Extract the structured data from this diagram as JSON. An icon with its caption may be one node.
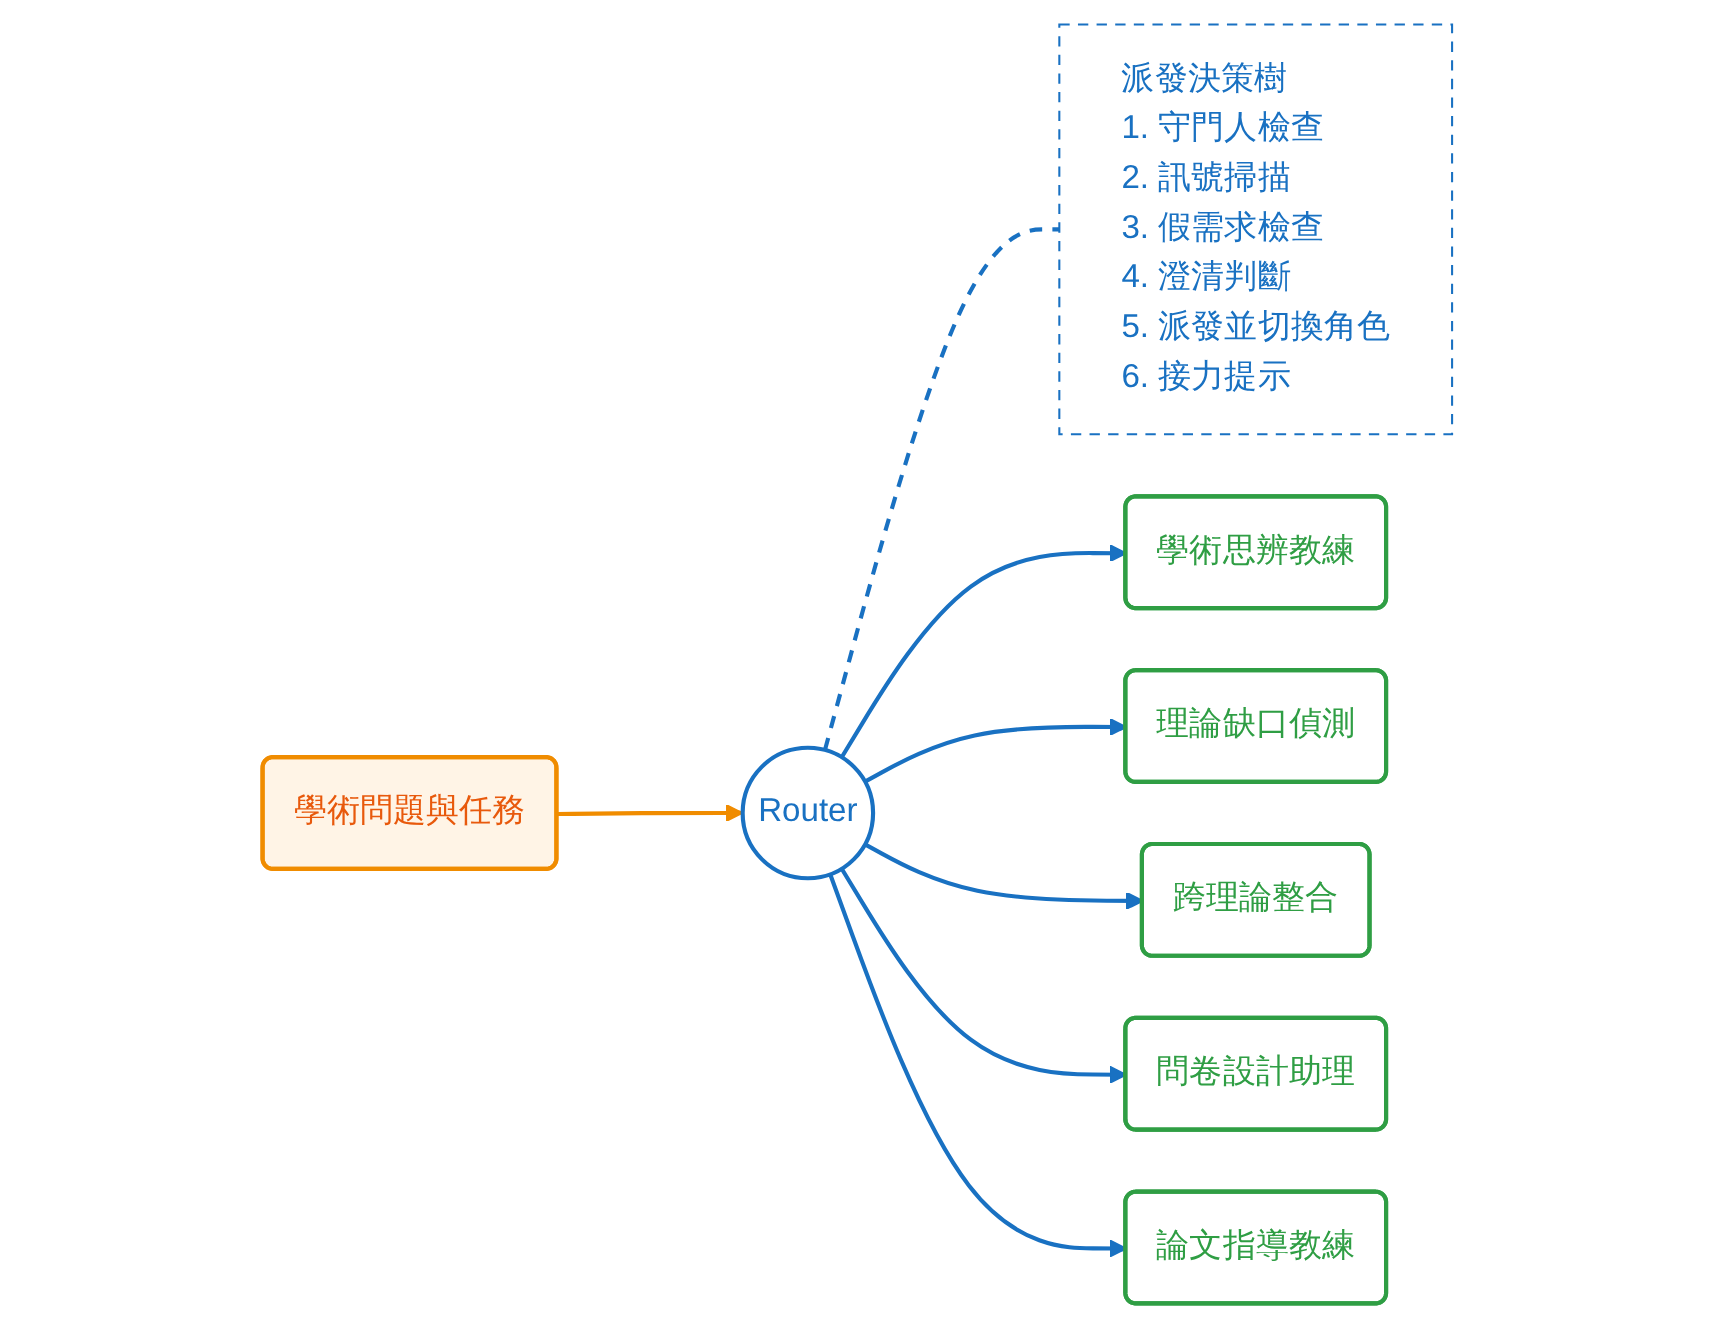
{
  "diagram": {
    "nodes": [
      {
        "text": [
          "學術問題與任務"
        ]
      },
      {
        "text": [
          "Router"
        ]
      },
      {
        "text": [
          "派發決策樹",
          "1. 守門人檢查",
          "2. 訊號掃描",
          "3. 假需求檢查",
          "4. 澄清判斷",
          "5. 派發並切換角色",
          "6. 接力提示"
        ]
      },
      {
        "text": [
          "學術思辨教練"
        ]
      },
      {
        "text": [
          "理論缺口偵測"
        ]
      },
      {
        "text": [
          "跨理論整合"
        ]
      },
      {
        "text": [
          "問卷設計助理"
        ]
      },
      {
        "text": [
          "論文指導教練"
        ]
      }
    ],
    "edges": [
      {
        "from": 0,
        "to": 1,
        "arrow": "to",
        "color": "#f08c00"
      },
      {
        "from": 1,
        "to": 2,
        "arrow": "none",
        "style": "dashed"
      },
      {
        "from": 1,
        "to": 3,
        "arrow": "to"
      },
      {
        "from": 1,
        "to": 4,
        "arrow": "to"
      },
      {
        "from": 1,
        "to": 5,
        "arrow": "to"
      },
      {
        "from": 1,
        "to": 6,
        "arrow": "to"
      },
      {
        "from": 1,
        "to": 7,
        "arrow": "to"
      }
    ]
  }
}
